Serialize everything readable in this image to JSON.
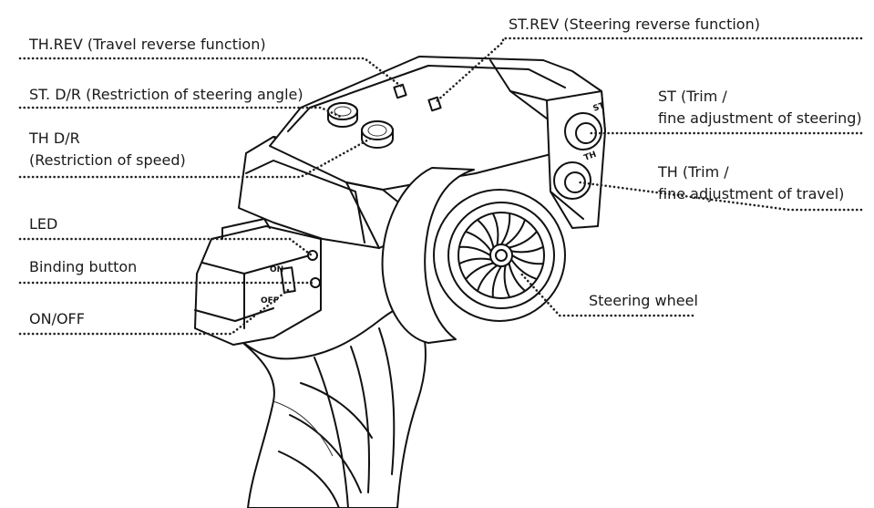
{
  "labels": {
    "th_rev": "TH.REV (Travel reverse function)",
    "st_dr": "ST. D/R (Restriction of steering angle)",
    "th_dr_line1": "TH D/R",
    "th_dr_line2": "(Restriction of speed)",
    "led": "LED",
    "binding": "Binding button",
    "onoff": "ON/OFF",
    "st_rev": "ST.REV (Steering reverse function)",
    "st_trim_line1": "ST (Trim /",
    "st_trim_line2": "fine adjustment of steering)",
    "th_trim_line1": "TH (Trim /",
    "th_trim_line2": "fine adjustment of travel)",
    "wheel": "Steering wheel"
  },
  "device_marks": {
    "on": "ON",
    "off": "OFF",
    "st": "ST",
    "th": "TH"
  },
  "icons": [
    "transmitter-illustration",
    "steering-wheel-icon",
    "trim-knob-icon",
    "dial-knob-icon",
    "switch-icon"
  ]
}
